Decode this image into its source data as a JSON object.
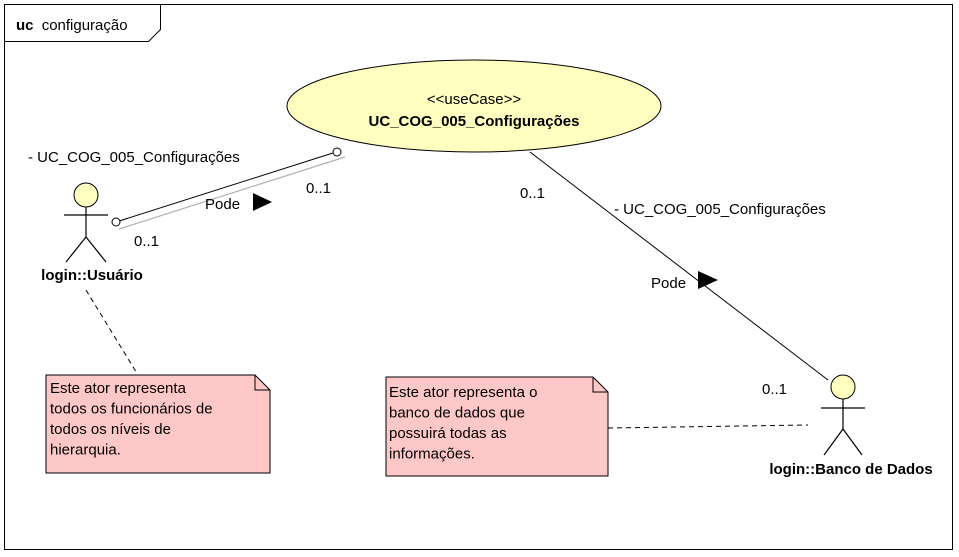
{
  "frame": {
    "keyword": "uc",
    "name": "configuração"
  },
  "use_case": {
    "stereotype": "<<useCase>>",
    "name": "UC_COG_005_Configurações",
    "fill": "#ffffc0"
  },
  "actors": {
    "user": {
      "name": "login::Usuário",
      "fill": "#ffffc0"
    },
    "db": {
      "name": "login::Banco de Dados",
      "fill": "#ffffc0"
    }
  },
  "associations": {
    "user_assoc": {
      "role": "- UC_COG_005_Configurações",
      "mult_usecase": "0..1",
      "mult_actor": "0..1",
      "name": "Pode"
    },
    "db_assoc": {
      "role": "- UC_COG_005_Configurações",
      "mult_usecase": "0..1",
      "mult_actor": "0..1",
      "name": "Pode"
    }
  },
  "notes": {
    "user_note": {
      "lines": [
        "Este ator representa",
        "todos os funcionários de",
        "todos os níveis de",
        "hierarquia."
      ],
      "fill": "#ffc8c8"
    },
    "db_note": {
      "lines": [
        "Este ator representa o",
        "banco de dados que",
        "possuirá todas as",
        "informações."
      ],
      "fill": "#ffc8c8"
    }
  }
}
